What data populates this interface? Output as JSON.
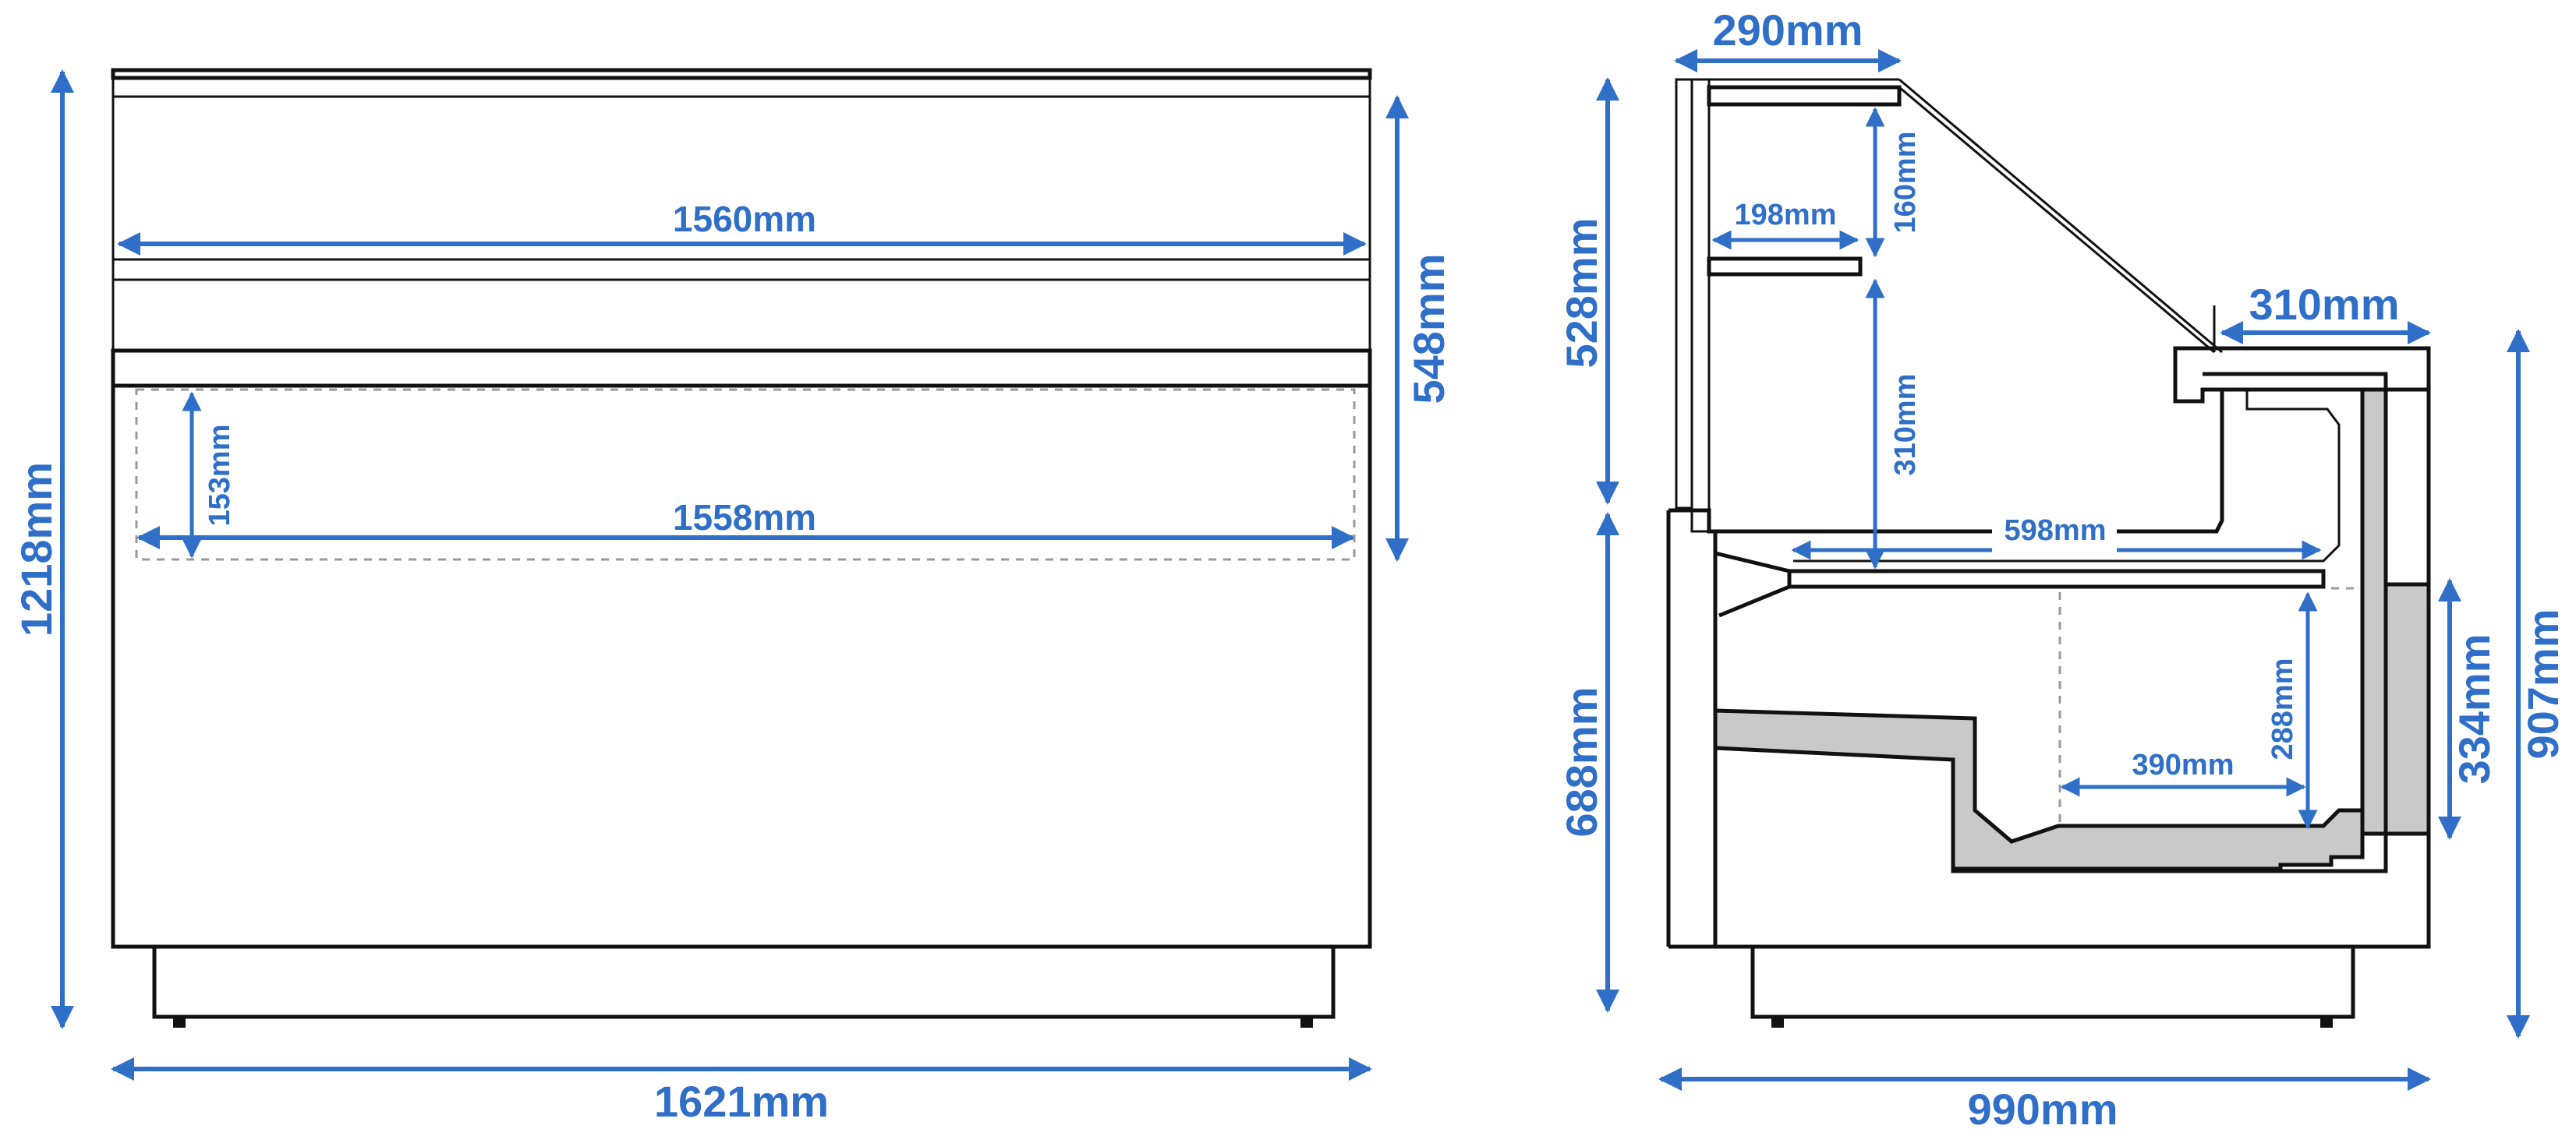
{
  "diagram": {
    "front_view": {
      "overall_height": "1218mm",
      "overall_width": "1621mm",
      "glass_height": "548mm",
      "shelf_width": "1560mm",
      "display_width": "1558mm",
      "display_depth_front": "153mm"
    },
    "side_view": {
      "top_depth": "290mm",
      "upper_height": "528mm",
      "lower_height": "688mm",
      "shelf_depth": "198mm",
      "shelf_spacing": "160mm",
      "shelf_to_deck": "310mm",
      "counter_depth": "310mm",
      "deck_depth": "598mm",
      "storage_height": "288mm",
      "storage_depth": "390mm",
      "front_panel_height": "334mm",
      "counter_height": "907mm",
      "overall_depth": "990mm"
    }
  },
  "colors": {
    "dimension": "#2f6fc8",
    "outline": "#111111",
    "insulation": "#c9c9c9"
  }
}
